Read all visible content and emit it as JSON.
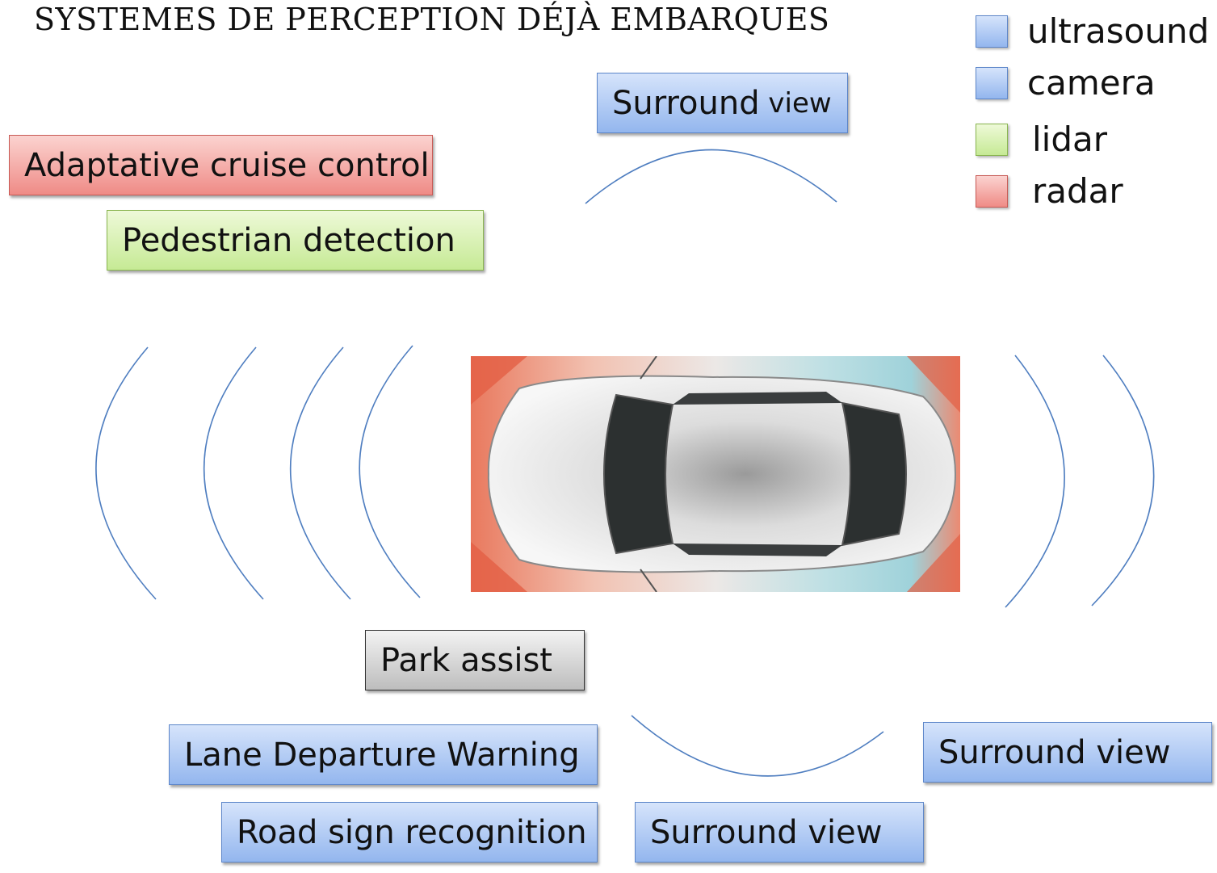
{
  "title": "SYSTEMES DE PERCEPTION DÉJÀ EMBARQUES",
  "legend": [
    {
      "label": "ultrasound",
      "color": "#aac6f3"
    },
    {
      "label": "camera",
      "color": "#aac6f3"
    },
    {
      "label": "lidar",
      "color": "#d9f0b3"
    },
    {
      "label": "radar",
      "color": "#f3a9a5"
    }
  ],
  "boxes": {
    "surround_top": {
      "strong": "Surround",
      "rest": " view"
    },
    "adaptive_cruise": "Adaptative cruise control",
    "pedestrian": "Pedestrian detection",
    "park_assist": "Park assist",
    "lane_departure": "Lane Departure Warning",
    "road_sign": "Road sign recognition",
    "surround_bottom": "Surround view",
    "surround_right": "Surround view"
  }
}
